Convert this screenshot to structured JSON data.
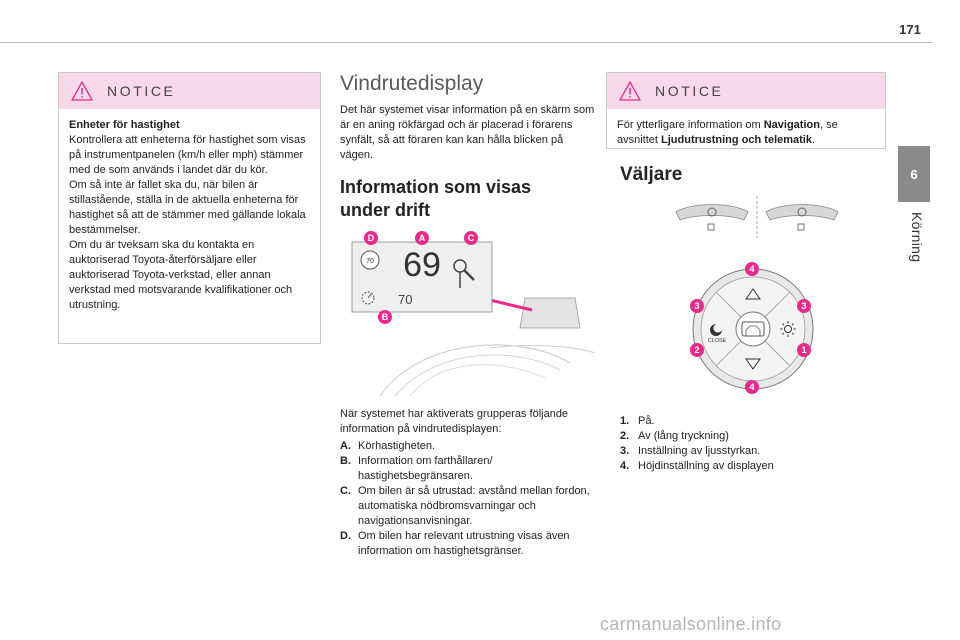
{
  "page_number": "171",
  "chapter": {
    "number": "6",
    "title": "Körning"
  },
  "notice_left": {
    "title": "NOTICE",
    "heading": "Enheter för hastighet",
    "text": "Kontrollera att enheterna för hastighet som visas på instrumentpanelen (km/h eller mph) stämmer med de som används i landet där du kör.\nOm så inte är fallet ska du, när bilen är stillastående, ställa in de aktuella enheterna för hastighet så att de stämmer med gällande lokala bestämmelser.\nOm du är tveksam ska du kontakta en auktoriserad Toyota-återförsäljare eller auktoriserad Toyota-verkstad, eller annan verkstad med motsvarande kvalifikationer och utrustning."
  },
  "middle": {
    "title": "Vindrutedisplay",
    "intro": "Det här systemet visar information på en skärm som är en aning rökfärgad och är placerad i förarens synfält, så att föraren kan kan hålla blicken på vägen.",
    "subtitle": "Information som visas under drift",
    "display": {
      "speed": "69",
      "limit": "70",
      "set_speed": "70"
    },
    "badges": {
      "a": "A",
      "b": "B",
      "c": "C",
      "d": "D"
    },
    "list_intro": "När systemet har aktiverats grupperas följande information på vindrutedisplayen:",
    "items": [
      {
        "key": "A.",
        "text": "Körhastigheten."
      },
      {
        "key": "B.",
        "text": "Information om farthållaren/ hastighetsbegränsaren."
      },
      {
        "key": "C.",
        "text": "Om bilen är så utrustad: avstånd mellan fordon, automatiska nödbromsvarningar och navigationsanvisningar."
      },
      {
        "key": "D.",
        "text": "Om bilen har relevant utrustning visas även information om hastighetsgränser."
      }
    ]
  },
  "notice_right": {
    "title": "NOTICE",
    "text_pre": "För ytterligare information om ",
    "bold1": "Navigation",
    "text_mid": ", se avsnittet ",
    "bold2": "Ljudutrustning och telematik",
    "text_post": "."
  },
  "right": {
    "title": "Väljare",
    "control": {
      "close_label": "CLOSE",
      "badges": {
        "top": "4",
        "left": "3",
        "right": "3",
        "bottom_left": "2",
        "bottom_right": "1",
        "bottom": "4"
      }
    },
    "items": [
      {
        "key": "1.",
        "text": "På."
      },
      {
        "key": "2.",
        "text": "Av (lång tryckning)"
      },
      {
        "key": "3.",
        "text": "Inställning av ljusstyrkan."
      },
      {
        "key": "4.",
        "text": "Höjdinställning av displayen"
      }
    ]
  },
  "colors": {
    "accent": "#e62b8a",
    "notice_header": "#f7d9ea",
    "side_tab": "#8a8a8a"
  },
  "watermark": "carmanualsonline.info"
}
